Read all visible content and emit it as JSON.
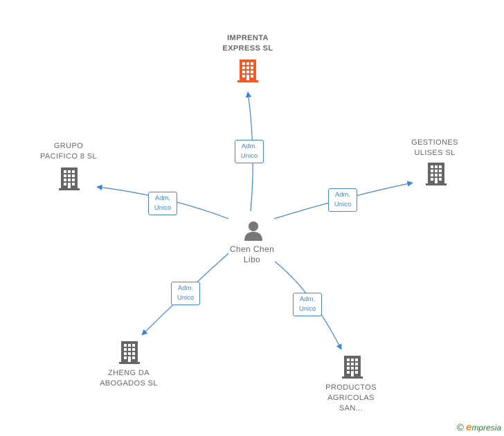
{
  "colors": {
    "edge": "#3f85d6",
    "building_default": "#666666",
    "building_highlight": "#f05a28",
    "person": "#777777",
    "brand_orange": "#f08b1f",
    "brand_green": "#2e7d32"
  },
  "center": {
    "name_line1": "Chen Chen",
    "name_line2": "Libo",
    "icon": "person-icon"
  },
  "companies": {
    "imprenta": {
      "line1": "IMPRENTA",
      "line2": "EXPRESS  SL",
      "icon": "building-icon",
      "highlight": true
    },
    "gestiones": {
      "line1": "GESTIONES",
      "line2": "ULISES  SL",
      "icon": "building-icon"
    },
    "grupo": {
      "line1": "GRUPO",
      "line2": "PACIFICO 8  SL",
      "icon": "building-icon"
    },
    "zheng": {
      "line1": "ZHENG DA",
      "line2": "ABOGADOS  SL",
      "icon": "building-icon"
    },
    "productos": {
      "line1": "PRODUCTOS",
      "line2": "AGRICOLAS",
      "line3": "SAN...",
      "icon": "building-icon"
    }
  },
  "roles": {
    "imprenta": {
      "line1": "Adm.",
      "line2": "Unico"
    },
    "gestiones": {
      "line1": "Adm.",
      "line2": "Unico"
    },
    "grupo": {
      "line1": "Adm.",
      "line2": "Unico"
    },
    "zheng": {
      "line1": "Adm.",
      "line2": "Unico"
    },
    "productos": {
      "line1": "Adm.",
      "line2": "Unico"
    }
  },
  "footer": {
    "copyright": "©",
    "brand_first": "e",
    "brand_rest": "mpresia"
  }
}
